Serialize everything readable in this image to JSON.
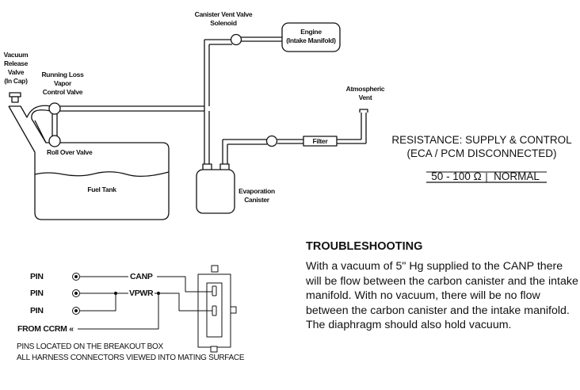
{
  "diagram": {
    "labels": {
      "vacuum_release_valve": "Vacuum Release Valve (In Cap)",
      "vacuum_release_valve_lines": [
        "Vacuum",
        "Release",
        "Valve",
        "(In Cap)"
      ],
      "running_loss_valve_lines": [
        "Running Loss",
        "Vapor",
        "Control Valve"
      ],
      "canister_vent_valve_lines": [
        "Canister Vent Valve",
        "Solenoid"
      ],
      "engine_lines": [
        "Engine",
        "(Intake Manifold)"
      ],
      "atmospheric_vent_lines": [
        "Atmospheric",
        "Vent"
      ],
      "filter": "Filter",
      "roll_over_valve": "Roll Over Valve",
      "fuel_tank": "Fuel Tank",
      "evaporation_canister_lines": [
        "Evaporation",
        "Canister"
      ]
    },
    "resistance": {
      "title": "RESISTANCE: SUPPLY & CONTROL",
      "subtitle": "(ECA / PCM DISCONNECTED)",
      "value": "50 - 100 Ω",
      "status": "NORMAL"
    },
    "wiring": {
      "pins": [
        "PIN",
        "PIN",
        "PIN"
      ],
      "signal_canp": "CANP",
      "signal_vpwr": "VPWR",
      "from_label": "FROM CCRM «",
      "notes": [
        "PINS LOCATED ON THE BREAKOUT BOX",
        "ALL HARNESS CONNECTORS VIEWED INTO MATING SURFACE"
      ]
    },
    "troubleshooting": {
      "title": "TROUBLESHOOTING",
      "body": "With a vacuum of 5\" Hg supplied to the CANP there will be flow between the carbon canister and the intake manifold.  With no vacuum, there will be no flow between the carbon canister and the intake manifold.  The diaphragm should also hold vacuum."
    }
  }
}
